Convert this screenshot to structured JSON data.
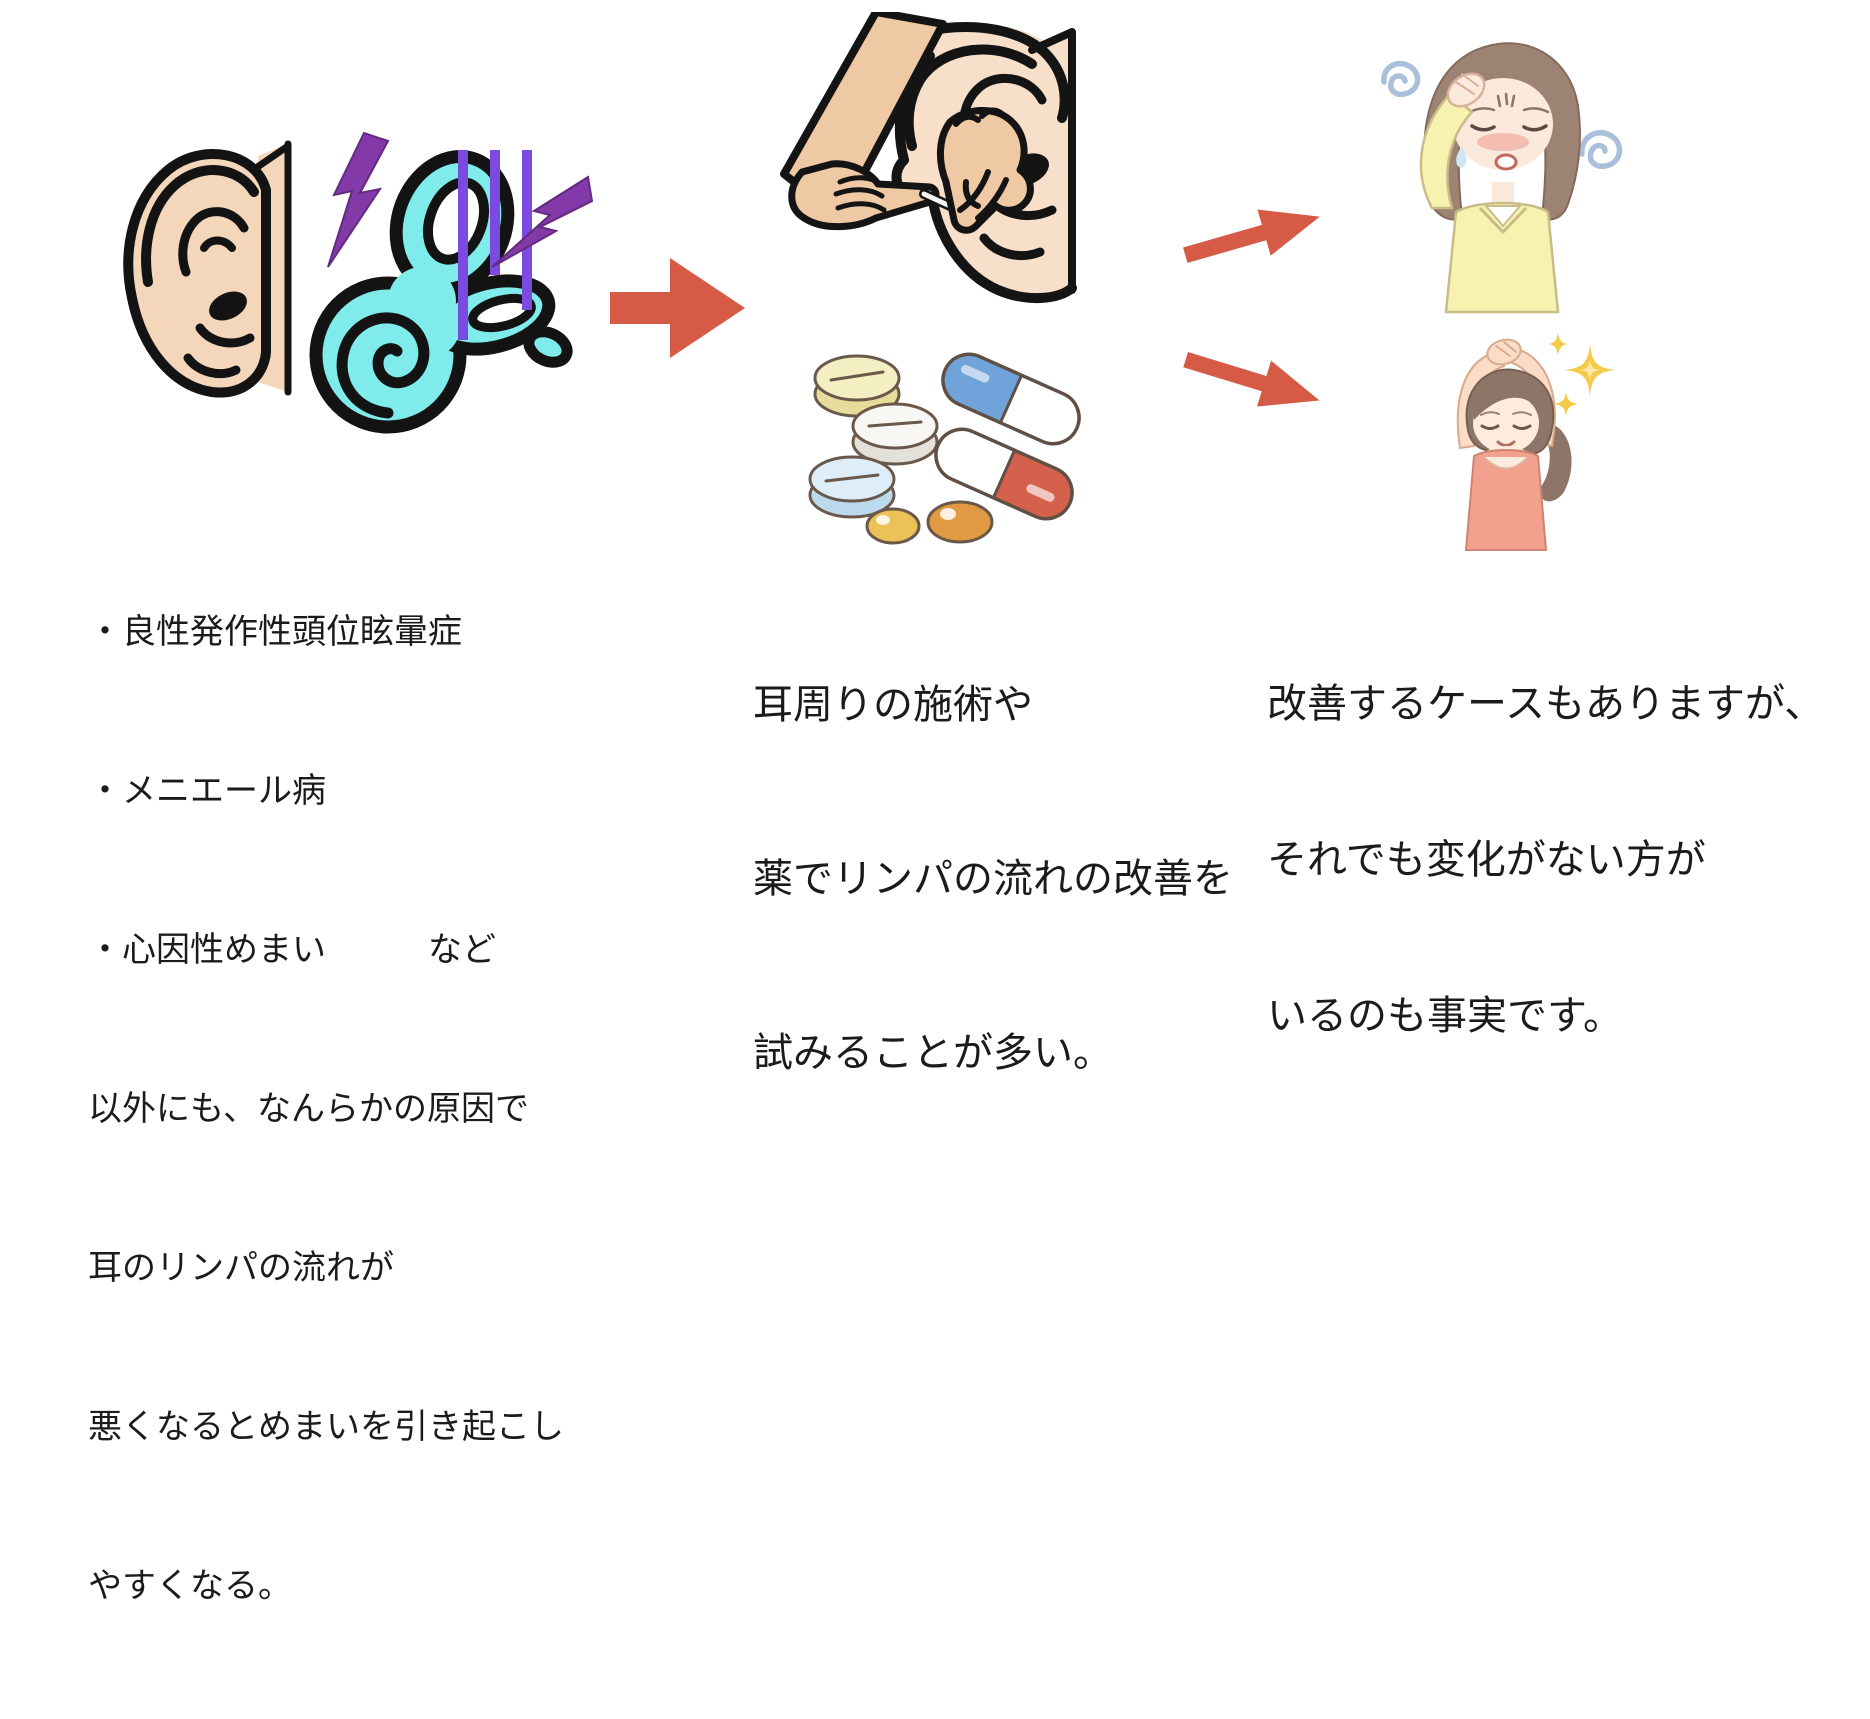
{
  "colors": {
    "background": "#ffffff",
    "text": "#1b1b1b",
    "arrow_red": "#d65b47",
    "inner_ear_cyan": "#7feceb",
    "lightning_purple": "#8339a8",
    "sound_bar_purple": "#7b4be0",
    "ear_skin": "#f4d6ba",
    "massage_ear_skin": "#f7dfc9",
    "hand_skin": "#eec9a3",
    "sweater_yellow": "#f8f2b0",
    "tank_top_pink": "#f2a18e",
    "sparkle_gold": "#f4ca49",
    "dizzy_swirl_blue": "#a9bfda"
  },
  "texts": {
    "causes": {
      "lines": [
        "・良性発作性頭位眩暈症",
        "・メニエール病",
        "・心因性めまい　　　など",
        "以外にも、なんらかの原因で",
        "耳のリンパの流れが",
        "悪くなるとめまいを引き起こし",
        "やすくなる。"
      ]
    },
    "treatment": {
      "lines": [
        "耳周りの施術や",
        "薬でリンパの流れの改善を",
        "試みることが多い。"
      ]
    },
    "outcome": {
      "lines": [
        "改善するケースもありますが、",
        "それでも変化がない方が",
        "いるのも事実です。"
      ]
    }
  },
  "illustrations": [
    {
      "name": "outer-ear-icon"
    },
    {
      "name": "inner-ear-icon"
    },
    {
      "name": "lightning-bolt-icon"
    },
    {
      "name": "sound-bars-icon"
    },
    {
      "name": "flow-arrow-icon"
    },
    {
      "name": "ear-massage-icon"
    },
    {
      "name": "medicines-icon"
    },
    {
      "name": "outcome-arrow-top-icon"
    },
    {
      "name": "outcome-arrow-bottom-icon"
    },
    {
      "name": "dizzy-woman-icon"
    },
    {
      "name": "stretching-woman-icon"
    },
    {
      "name": "sparkles-icon"
    }
  ]
}
